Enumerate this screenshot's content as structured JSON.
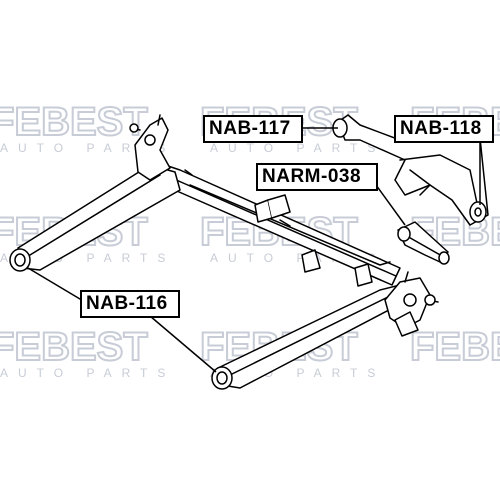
{
  "watermark": {
    "brand": "FEBEST",
    "subtext": "AUTO PARTS",
    "color": "#c7ccd6"
  },
  "labels": {
    "nab_117": "NAB-117",
    "nab_118": "NAB-118",
    "narm_038": "NARM-038",
    "nab_116": "NAB-116"
  },
  "colors": {
    "line": "#000000",
    "part_fill": "#ffffff"
  }
}
